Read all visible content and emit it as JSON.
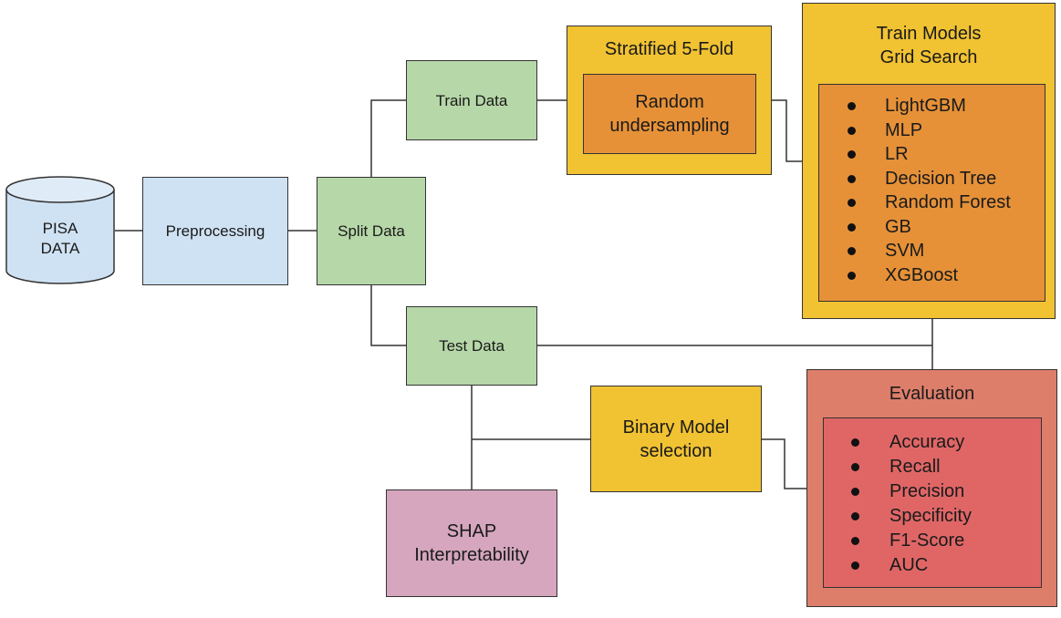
{
  "diagram": {
    "nodes": {
      "pisa_data": {
        "line1": "PISA",
        "line2": "DATA",
        "shape": "cylinder",
        "color": "#cfe2f3"
      },
      "preprocessing": {
        "label": "Preprocessing",
        "color": "#cfe2f3"
      },
      "split_data": {
        "label": "Split Data",
        "color": "#b6d7a8"
      },
      "train_data": {
        "label": "Train Data",
        "color": "#b6d7a8"
      },
      "test_data": {
        "label": "Test Data",
        "color": "#b6d7a8"
      },
      "stratified": {
        "title": "Stratified 5-Fold",
        "color": "#f1c232",
        "inner": {
          "line1": "Random",
          "line2": "undersampling",
          "color": "#e69138"
        }
      },
      "train_models": {
        "title_line1": "Train Models",
        "title_line2": "Grid Search",
        "color": "#f1c232",
        "inner_color": "#e69138",
        "models": [
          "LightGBM",
          "MLP",
          "LR",
          "Decision Tree",
          "Random Forest",
          "GB",
          "SVM",
          "XGBoost"
        ]
      },
      "binary_model_selection": {
        "line1": "Binary Model",
        "line2": "selection",
        "color": "#f1c232"
      },
      "shap": {
        "line1": "SHAP",
        "line2": "Interpretability",
        "color": "#d5a6bd"
      },
      "evaluation": {
        "title": "Evaluation",
        "color": "#dd7e6b",
        "inner_color": "#e06666",
        "metrics": [
          "Accuracy",
          "Recall",
          "Precision",
          "Specificity",
          "F1-Score",
          "AUC"
        ]
      }
    },
    "edges": [
      [
        "pisa_data",
        "preprocessing"
      ],
      [
        "preprocessing",
        "split_data"
      ],
      [
        "split_data",
        "train_data"
      ],
      [
        "split_data",
        "test_data"
      ],
      [
        "train_data",
        "stratified"
      ],
      [
        "stratified",
        "train_models"
      ],
      [
        "train_models",
        "evaluation"
      ],
      [
        "test_data",
        "evaluation"
      ],
      [
        "test_data",
        "binary_model_selection"
      ],
      [
        "test_data",
        "shap"
      ],
      [
        "binary_model_selection",
        "evaluation"
      ]
    ]
  }
}
